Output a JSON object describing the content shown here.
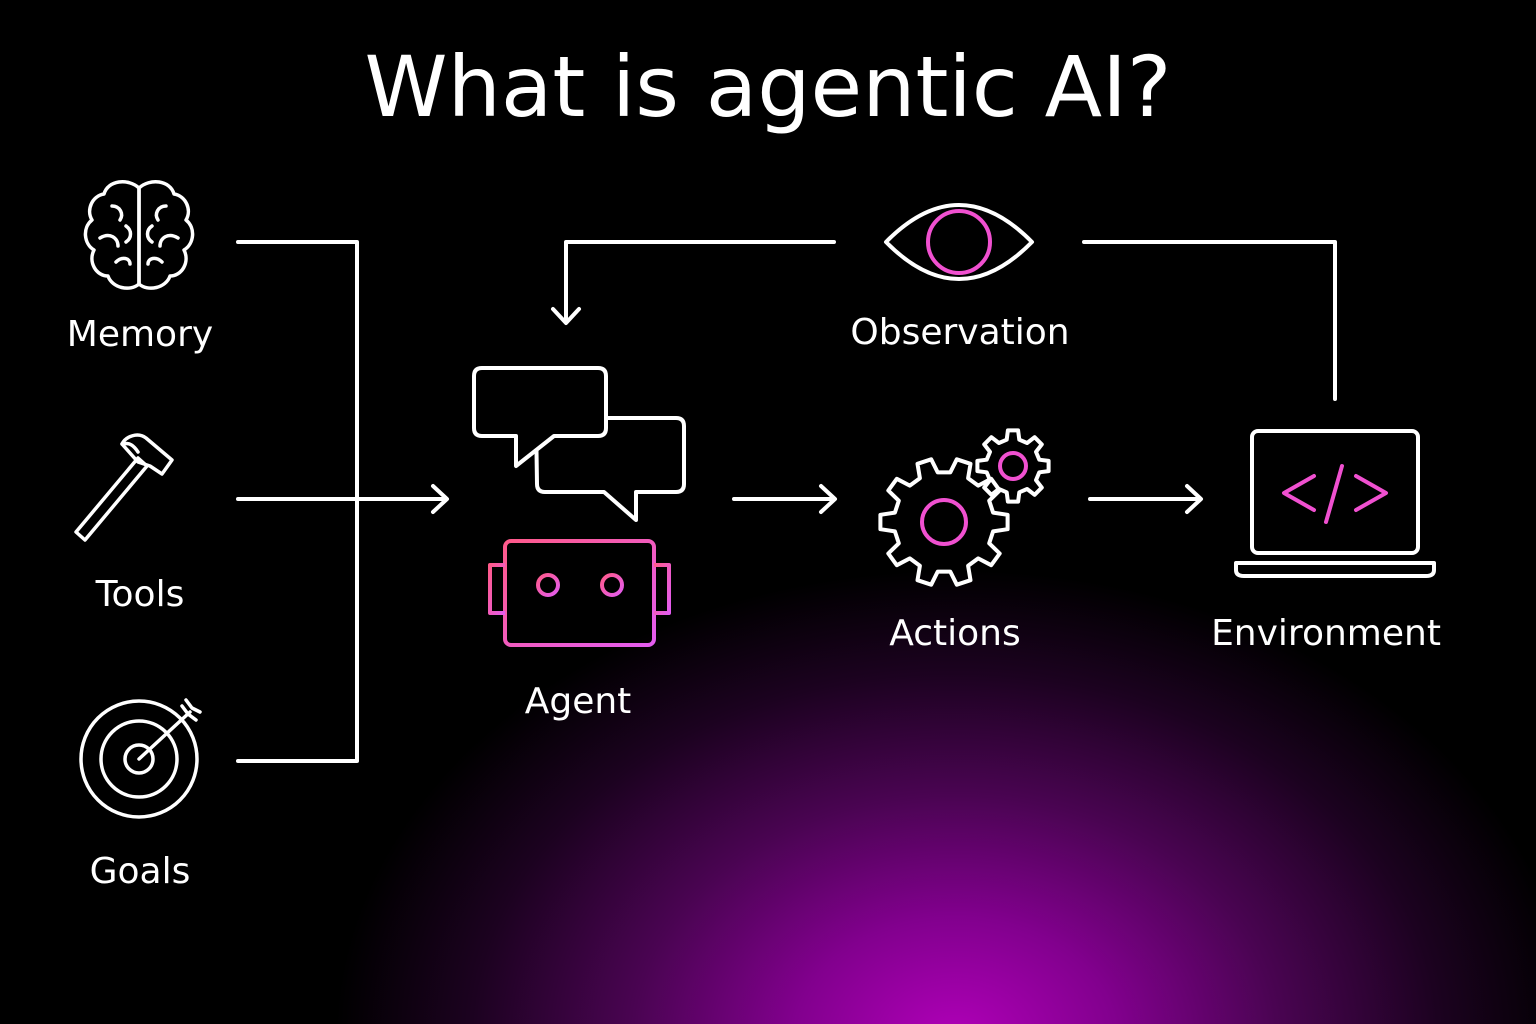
{
  "title": "What is agentic AI?",
  "colors": {
    "background": "#000000",
    "glow": "#b000b8",
    "line": "#ffffff",
    "accent": "#f050d0",
    "accent_pink": "#ff5a8a"
  },
  "nodes": {
    "memory": {
      "label": "Memory",
      "icon": "brain-icon"
    },
    "tools": {
      "label": "Tools",
      "icon": "hammer-icon"
    },
    "goals": {
      "label": "Goals",
      "icon": "target-icon"
    },
    "agent": {
      "label": "Agent",
      "icon": "robot-chat-icon"
    },
    "observation": {
      "label": "Observation",
      "icon": "eye-icon"
    },
    "actions": {
      "label": "Actions",
      "icon": "gears-icon"
    },
    "environment": {
      "label": "Environment",
      "icon": "laptop-code-icon"
    }
  },
  "connections": [
    {
      "from": "memory",
      "to": "agent"
    },
    {
      "from": "tools",
      "to": "agent"
    },
    {
      "from": "goals",
      "to": "agent"
    },
    {
      "from": "agent",
      "to": "actions"
    },
    {
      "from": "actions",
      "to": "environment"
    },
    {
      "from": "environment",
      "to": "observation"
    },
    {
      "from": "observation",
      "to": "agent"
    }
  ]
}
